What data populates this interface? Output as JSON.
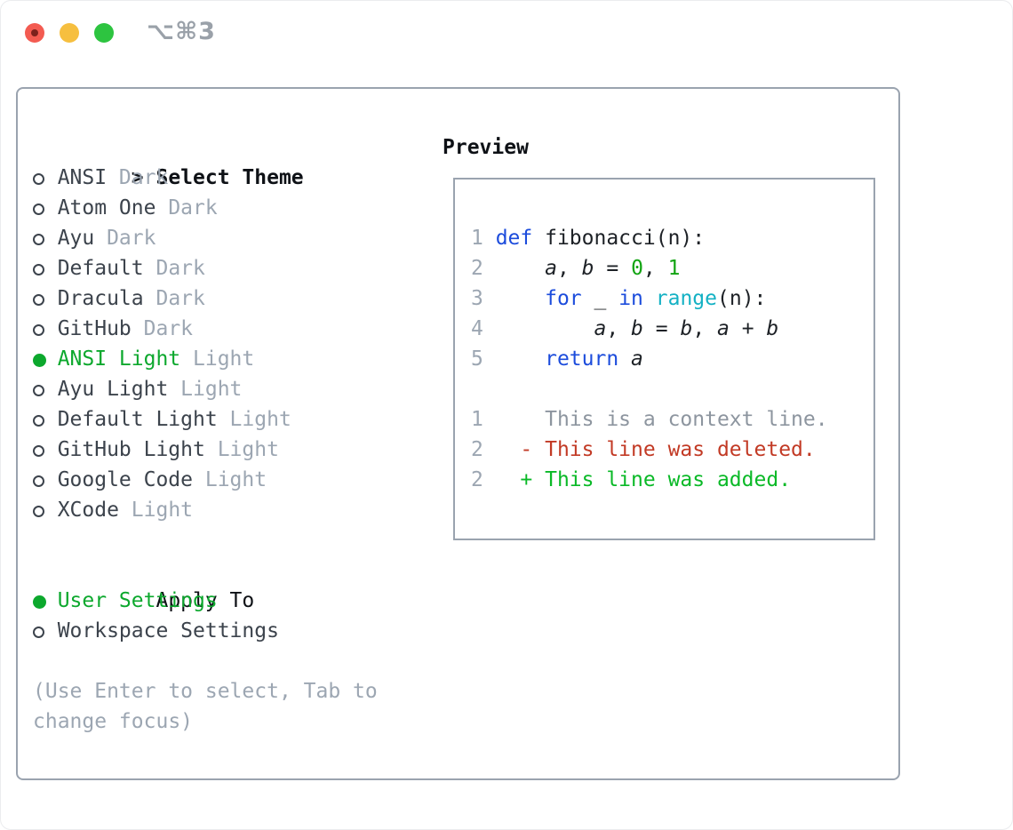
{
  "titlebar": {
    "shortcut": "⌥⌘3"
  },
  "colors": {
    "border": "#9aa3af",
    "text": "#3c434c",
    "black": "#0e1116",
    "muted": "#9ca6b2",
    "green": "#0ca82d",
    "code": "#1d2126",
    "kw": "#1c4cdc",
    "fn": "#14b1c4",
    "nm": "#12a412",
    "ctx": "#8d959f",
    "del": "#c23a25",
    "add": "#0ab927",
    "light_red": "#f35b51",
    "light_yellow": "#f6bf3f",
    "light_green": "#2dc440",
    "red_dot": "#7c211c",
    "shortcut": "#9aa1a9"
  },
  "select_theme": {
    "prompt": ">",
    "header": "Select Theme",
    "options": [
      {
        "name": "ANSI",
        "variant": "Dark",
        "selected": false
      },
      {
        "name": "Atom One",
        "variant": "Dark",
        "selected": false
      },
      {
        "name": "Ayu",
        "variant": "Dark",
        "selected": false
      },
      {
        "name": "Default",
        "variant": "Dark",
        "selected": false
      },
      {
        "name": "Dracula",
        "variant": "Dark",
        "selected": false
      },
      {
        "name": "GitHub",
        "variant": "Dark",
        "selected": false
      },
      {
        "name": "ANSI Light",
        "variant": "Light",
        "selected": true
      },
      {
        "name": "Ayu Light",
        "variant": "Light",
        "selected": false
      },
      {
        "name": "Default Light",
        "variant": "Light",
        "selected": false
      },
      {
        "name": "GitHub Light",
        "variant": "Light",
        "selected": false
      },
      {
        "name": "Google Code",
        "variant": "Light",
        "selected": false
      },
      {
        "name": "XCode",
        "variant": "Light",
        "selected": false
      }
    ]
  },
  "apply_to": {
    "header": "Apply To",
    "options": [
      {
        "label": "User Settings",
        "selected": true
      },
      {
        "label": "Workspace Settings",
        "selected": false
      }
    ]
  },
  "hint": {
    "line1": "(Use Enter to select, Tab to",
    "line2": "change focus)"
  },
  "preview": {
    "title": "Preview",
    "lines": [
      [
        {
          "t": "1 ",
          "c": "ln"
        },
        {
          "t": "def",
          "c": "kw"
        },
        {
          "t": " fibonacci(n):",
          "c": "pl"
        }
      ],
      [
        {
          "t": "2 ",
          "c": "ln"
        },
        {
          "t": "    ",
          "c": "pl"
        },
        {
          "t": "a",
          "c": "var"
        },
        {
          "t": ", ",
          "c": "pl"
        },
        {
          "t": "b",
          "c": "var"
        },
        {
          "t": " = ",
          "c": "pl"
        },
        {
          "t": "0",
          "c": "nm"
        },
        {
          "t": ", ",
          "c": "pl"
        },
        {
          "t": "1",
          "c": "nm"
        }
      ],
      [
        {
          "t": "3 ",
          "c": "ln"
        },
        {
          "t": "    ",
          "c": "pl"
        },
        {
          "t": "for",
          "c": "kw"
        },
        {
          "t": " _ ",
          "c": "pl"
        },
        {
          "t": "in",
          "c": "kw"
        },
        {
          "t": " ",
          "c": "pl"
        },
        {
          "t": "range",
          "c": "fn"
        },
        {
          "t": "(n):",
          "c": "pl"
        }
      ],
      [
        {
          "t": "4 ",
          "c": "ln"
        },
        {
          "t": "        ",
          "c": "pl"
        },
        {
          "t": "a",
          "c": "var"
        },
        {
          "t": ", ",
          "c": "pl"
        },
        {
          "t": "b",
          "c": "var"
        },
        {
          "t": " = ",
          "c": "pl"
        },
        {
          "t": "b",
          "c": "var"
        },
        {
          "t": ", ",
          "c": "pl"
        },
        {
          "t": "a",
          "c": "var"
        },
        {
          "t": " + ",
          "c": "pl"
        },
        {
          "t": "b",
          "c": "var"
        }
      ],
      [
        {
          "t": "5 ",
          "c": "ln"
        },
        {
          "t": "    ",
          "c": "pl"
        },
        {
          "t": "return",
          "c": "kw"
        },
        {
          "t": " ",
          "c": "pl"
        },
        {
          "t": "a",
          "c": "var"
        }
      ],
      [],
      [
        {
          "t": "1 ",
          "c": "ln"
        },
        {
          "t": "    This is a context line.",
          "c": "ctx"
        }
      ],
      [
        {
          "t": "2 ",
          "c": "ln"
        },
        {
          "t": "  - This line was deleted.",
          "c": "del"
        }
      ],
      [
        {
          "t": "2 ",
          "c": "ln"
        },
        {
          "t": "  + This line was added.",
          "c": "add"
        }
      ]
    ]
  }
}
